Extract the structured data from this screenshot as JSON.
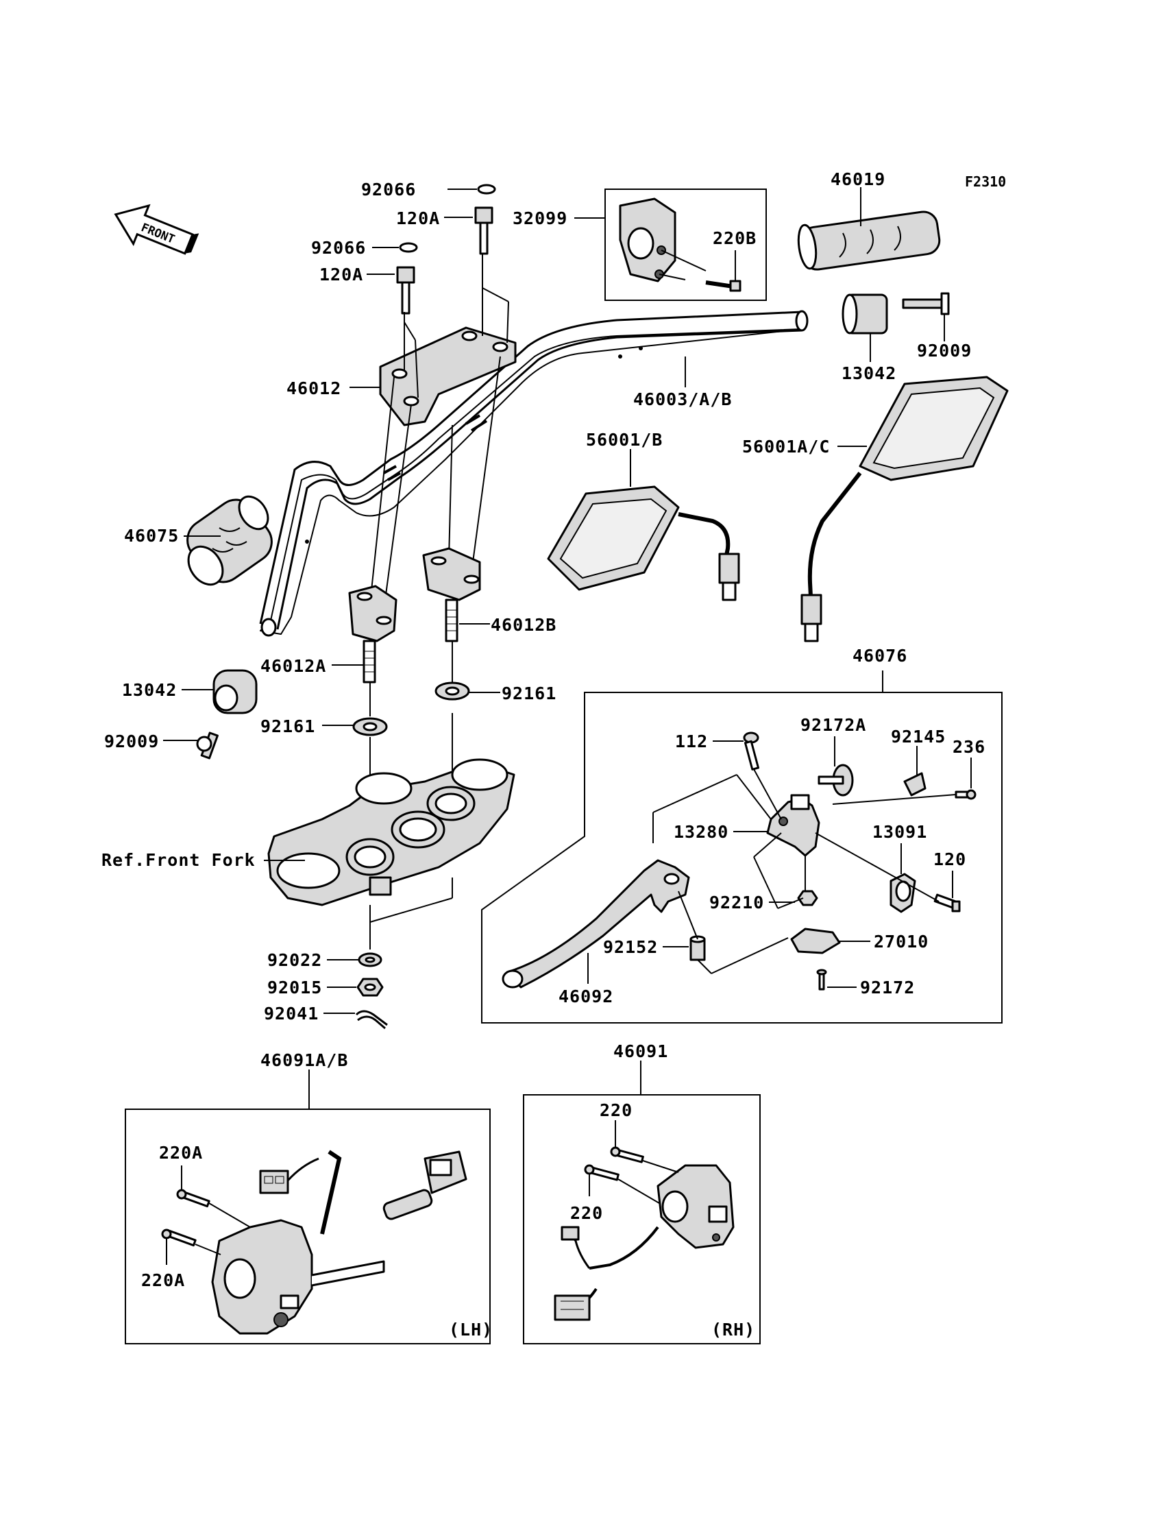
{
  "figure_code": "F2310",
  "front_label": "FRONT",
  "ref_label": "Ref.Front Fork",
  "side_labels": {
    "lh": "(LH)",
    "rh": "(RH)"
  },
  "callouts": {
    "c92066_top": "92066",
    "c120A_top": "120A",
    "c92066_mid": "92066",
    "c120A_mid": "120A",
    "c32099": "32099",
    "c220B": "220B",
    "c46019": "46019",
    "c46012": "46012",
    "c46003": "46003/A/B",
    "c92009_r": "92009",
    "c13042_r": "13042",
    "c56001B": "56001/B",
    "c56001AC": "56001A/C",
    "c46075": "46075",
    "c46012B": "46012B",
    "c46012A": "46012A",
    "c13042_l": "13042",
    "c92009_l": "92009",
    "c92161_r": "92161",
    "c92161_l": "92161",
    "c46076": "46076",
    "c112": "112",
    "c92172A": "92172A",
    "c92145": "92145",
    "c236": "236",
    "c13280": "13280",
    "c13091": "13091",
    "c120": "120",
    "c92210": "92210",
    "c27010": "27010",
    "c92152": "92152",
    "c46092": "46092",
    "c92172": "92172",
    "c92022": "92022",
    "c92015": "92015",
    "c92041": "92041",
    "c46091AB": "46091A/B",
    "c46091": "46091",
    "c220A_1": "220A",
    "c220A_2": "220A",
    "c220_1": "220",
    "c220_2": "220"
  }
}
